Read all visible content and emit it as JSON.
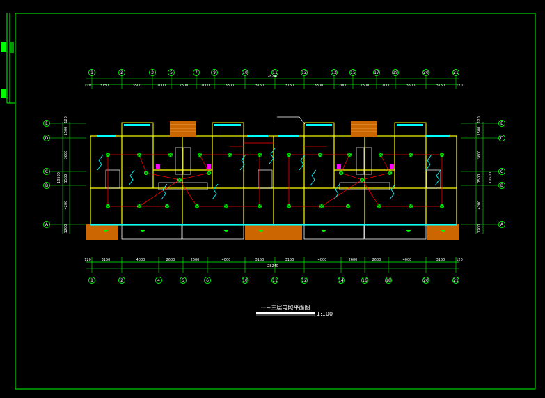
{
  "drawing": {
    "title": "一~三层电照平面图",
    "scale": "1:100",
    "callout_top": "28240",
    "callout_bottom": "28240"
  },
  "top_axes": [
    "1",
    "2",
    "3",
    "5",
    "7",
    "9",
    "10",
    "11",
    "12",
    "13",
    "15",
    "17",
    "19",
    "20",
    "21"
  ],
  "bottom_axes": [
    "1",
    "2",
    "4",
    "5",
    "6",
    "10",
    "11",
    "12",
    "14",
    "16",
    "18",
    "20",
    "21"
  ],
  "row_axes": [
    "E",
    "D",
    "C",
    "B",
    "A"
  ],
  "top_dims": [
    "120",
    "3150",
    "3500",
    "2000",
    "2600",
    "2000",
    "3300",
    "3150",
    "3150",
    "3300",
    "2000",
    "2600",
    "2000",
    "3500",
    "3150",
    "120"
  ],
  "bottom_dims": [
    "120",
    "3150",
    "4000",
    "2600",
    "2600",
    "4000",
    "3150",
    "3150",
    "4000",
    "2600",
    "2600",
    "4000",
    "3150",
    "120"
  ],
  "left_dims": [
    "120",
    "1500",
    "3600",
    "1500",
    "4200",
    "1200"
  ],
  "left_total": "10500",
  "right_dims": [
    "120",
    "1500",
    "3600",
    "1500",
    "4200",
    "1200"
  ],
  "right_total": "10500",
  "colors": {
    "frame": "#00ff00",
    "wall": "#ffff00",
    "wire": "#ff0000",
    "fixture": "#00ff00",
    "window": "#00ffff",
    "balcony": "#ff8000",
    "text": "#ffffff"
  }
}
